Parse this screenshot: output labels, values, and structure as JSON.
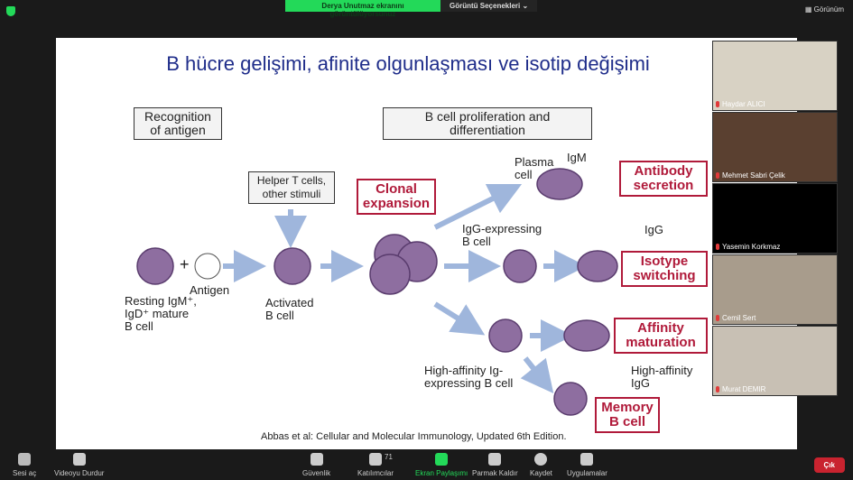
{
  "banner": {
    "sharing": "Derya Unutmaz ekranını görüntülüyorsunuz",
    "view_options": "Görüntü Seçenekleri ⌄"
  },
  "view_label": "▦ Görünüm",
  "slide": {
    "title": "B hücre gelişimi, afinite olgunlaşması ve isotip değişimi",
    "boxes": [
      "Recognition of antigen",
      "B cell proliferation and differentiation",
      "Helper T cells, other stimuli"
    ],
    "red_boxes": [
      "Clonal expansion",
      "Antibody secretion",
      "Isotype switching",
      "Affinity maturation",
      "Memory B cell"
    ],
    "labels": [
      "Resting IgM⁺, IgD⁺ mature B cell",
      "Antigen",
      "Activated B cell",
      "Plasma cell",
      "IgM",
      "IgG-expressing B cell",
      "IgG",
      "High-affinity Ig-expressing B cell",
      "High-affinity IgG",
      "+"
    ],
    "citation": "Abbas et al: Cellular and Molecular Immunology, Updated 6th Edition."
  },
  "participants": [
    {
      "name": "Haydar ALICI",
      "bg": "#d8d2c4"
    },
    {
      "name": "Mehmet Sabri Çelik",
      "bg": "#5a4030"
    },
    {
      "name": "Yasemin Korkmaz",
      "bg": "#000000"
    },
    {
      "name": "Cemil Sert",
      "bg": "#a89c8c"
    },
    {
      "name": "Murat DEMIR",
      "bg": "#c8c0b4"
    }
  ],
  "toolbar": {
    "mute": "Sesi aç",
    "video": "Videoyu Durdur",
    "security": "Güvenlik",
    "participants": "Katılımcılar",
    "participant_count": "71",
    "share": "Ekran Paylaşımı",
    "raise_hand": "Parmak Kaldır",
    "record": "Kaydet",
    "apps": "Uygulamalar",
    "leave": "Çık"
  }
}
